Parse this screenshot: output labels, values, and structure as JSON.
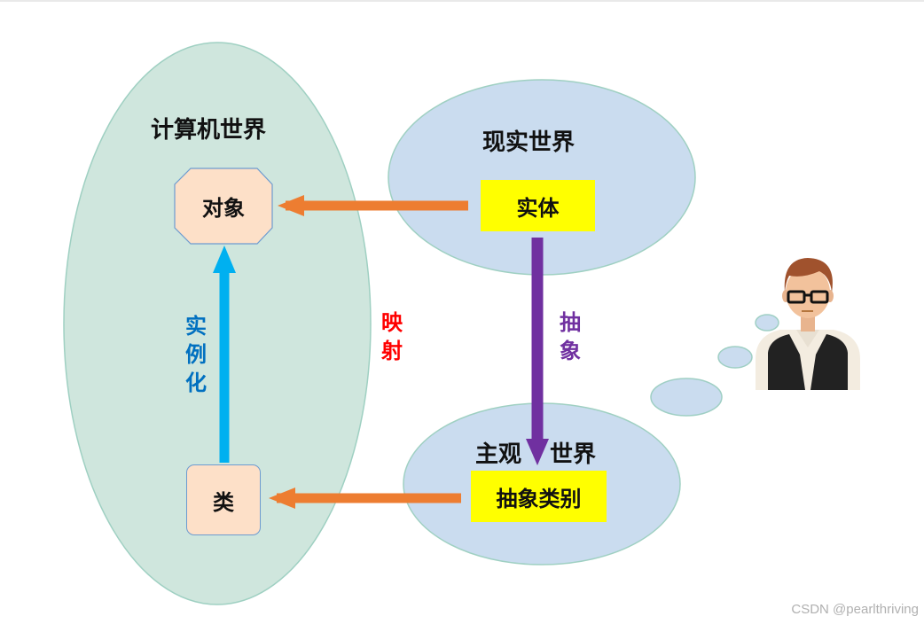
{
  "worlds": {
    "computer": "计算机世界",
    "real": "现实世界",
    "subjective_left": "主观",
    "subjective_right": "世界"
  },
  "nodes": {
    "object": "对象",
    "entity": "实体",
    "class": "类",
    "abstract_category": "抽象类别"
  },
  "edges": {
    "mapping": "映射",
    "abstraction": "抽象",
    "instantiation": "实例化"
  },
  "watermark": "CSDN @pearlthriving",
  "colors": {
    "computer_world_fill": "#cfe6dd",
    "ellipse_fill": "#cadcef",
    "highlight_yellow": "#ffff00",
    "node_peach": "#fde0c8",
    "arrow_orange": "#ed7d31",
    "arrow_purple": "#7030a0",
    "arrow_blue": "#00b0f0",
    "mapping_text": "#ff0000",
    "abstraction_text": "#7030a0",
    "instantiation_text": "#0070c0"
  }
}
